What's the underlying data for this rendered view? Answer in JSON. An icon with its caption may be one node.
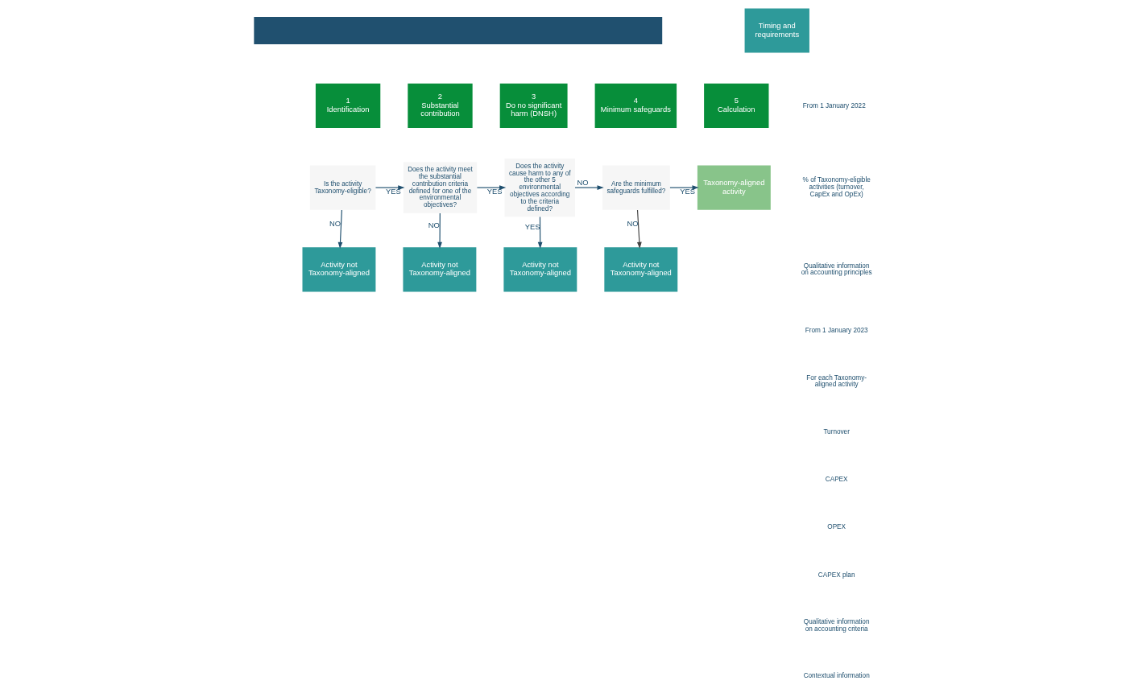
{
  "diagram": {
    "nodes": [
      {
        "text": [],
        "shape": "bar"
      },
      {
        "text": [
          "Timing and requirements"
        ]
      },
      {
        "text": [
          "1",
          "Identification"
        ]
      },
      {
        "text": [
          "2",
          "Substantial contribution"
        ]
      },
      {
        "text": [
          "3",
          "Do no significant harm (DNSH)"
        ]
      },
      {
        "text": [
          "4",
          "Minimum safeguards"
        ]
      },
      {
        "text": [
          "5",
          "Calculation"
        ]
      },
      {
        "text": [
          "Is the activity Taxonomy-eligible?"
        ]
      },
      {
        "text": [
          "Does the activity meet the substantial contribution criteria defined for one of the environmental objectives?"
        ]
      },
      {
        "text": [
          "Does the activity cause harm to any of the other 5 environmental objectives according to the criteria defined?"
        ]
      },
      {
        "text": [
          "Are the minimum safeguards fulfilled?"
        ]
      },
      {
        "text": [
          "Taxonomy-aligned activity"
        ]
      },
      {
        "text": [
          "Activity not Taxonomy-aligned"
        ]
      },
      {
        "text": [
          "Activity not Taxonomy-aligned"
        ]
      },
      {
        "text": [
          "Activity not Taxonomy-aligned"
        ]
      },
      {
        "text": [
          "Activity not Taxonomy-aligned"
        ]
      }
    ],
    "edges": [
      {
        "from": 7,
        "to": 12,
        "arrow": "to",
        "label": "NO"
      },
      {
        "from": 7,
        "to": 8,
        "arrow": "to",
        "label": "YES"
      },
      {
        "from": 8,
        "to": 13,
        "arrow": "to",
        "label": "NO"
      },
      {
        "from": 8,
        "to": 9,
        "arrow": "to",
        "label": "YES"
      },
      {
        "from": 9,
        "to": 14,
        "arrow": "to",
        "label": "YES"
      },
      {
        "from": 9,
        "to": 10,
        "arrow": "to",
        "label": "NO"
      },
      {
        "from": 10,
        "to": 15,
        "arrow": "to",
        "label": "NO",
        "color": "#444444"
      },
      {
        "from": 10,
        "to": 11,
        "arrow": "to",
        "label": "YES"
      }
    ],
    "labels": [
      "From 1 January 2022",
      "% of Taxonomy-eligible activities (turnover, CapEx and OpEx)",
      "Qualitative information on accounting principles",
      "From 1 January 2023",
      "For each Taxonomy-aligned activity",
      "Turnover",
      "CAPEX",
      "OPEX",
      "CAPEX plan",
      "Qualitative information on accounting criteria",
      "Contextual information"
    ]
  }
}
